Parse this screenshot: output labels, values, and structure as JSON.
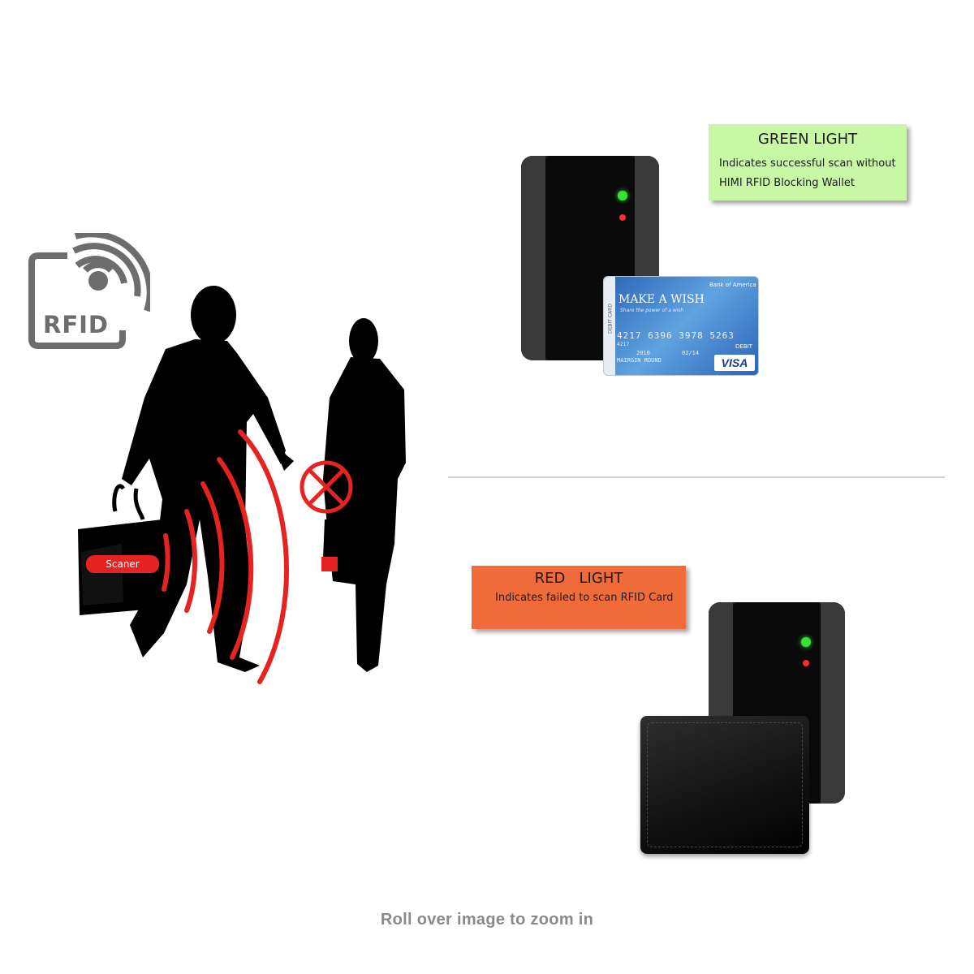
{
  "rfid_badge": {
    "label": "RFID",
    "icon": "rfid-wireless-icon",
    "color": "#6d6d6d"
  },
  "scene": {
    "bag_label": "Scaner",
    "wave_color": "#e52320",
    "blocked_icon": "crossed-circle-icon"
  },
  "green_light": {
    "title": "GREEN LIGHT",
    "description": "Indicates successful scan without HIMI RFID Blocking Wallet",
    "background": "#c8f7a6"
  },
  "red_light": {
    "title": "RED   LIGHT",
    "description": "Indicates failed to scan RFID Card",
    "background": "#f06b3a"
  },
  "debit_card": {
    "side_label": "DEBIT CARD",
    "brand_left": "MAKE A WISH",
    "tagline": "Share the power of a wish",
    "bank": "Bank of America",
    "number": "4217 6396 3978 5263",
    "small_number": "4217",
    "valid": "2010",
    "expiry": "02/14",
    "holder": "MAIRGIN ROUND",
    "type": "DEBIT",
    "network": "VISA"
  },
  "footer": {
    "hint": "Roll over image to zoom in"
  }
}
